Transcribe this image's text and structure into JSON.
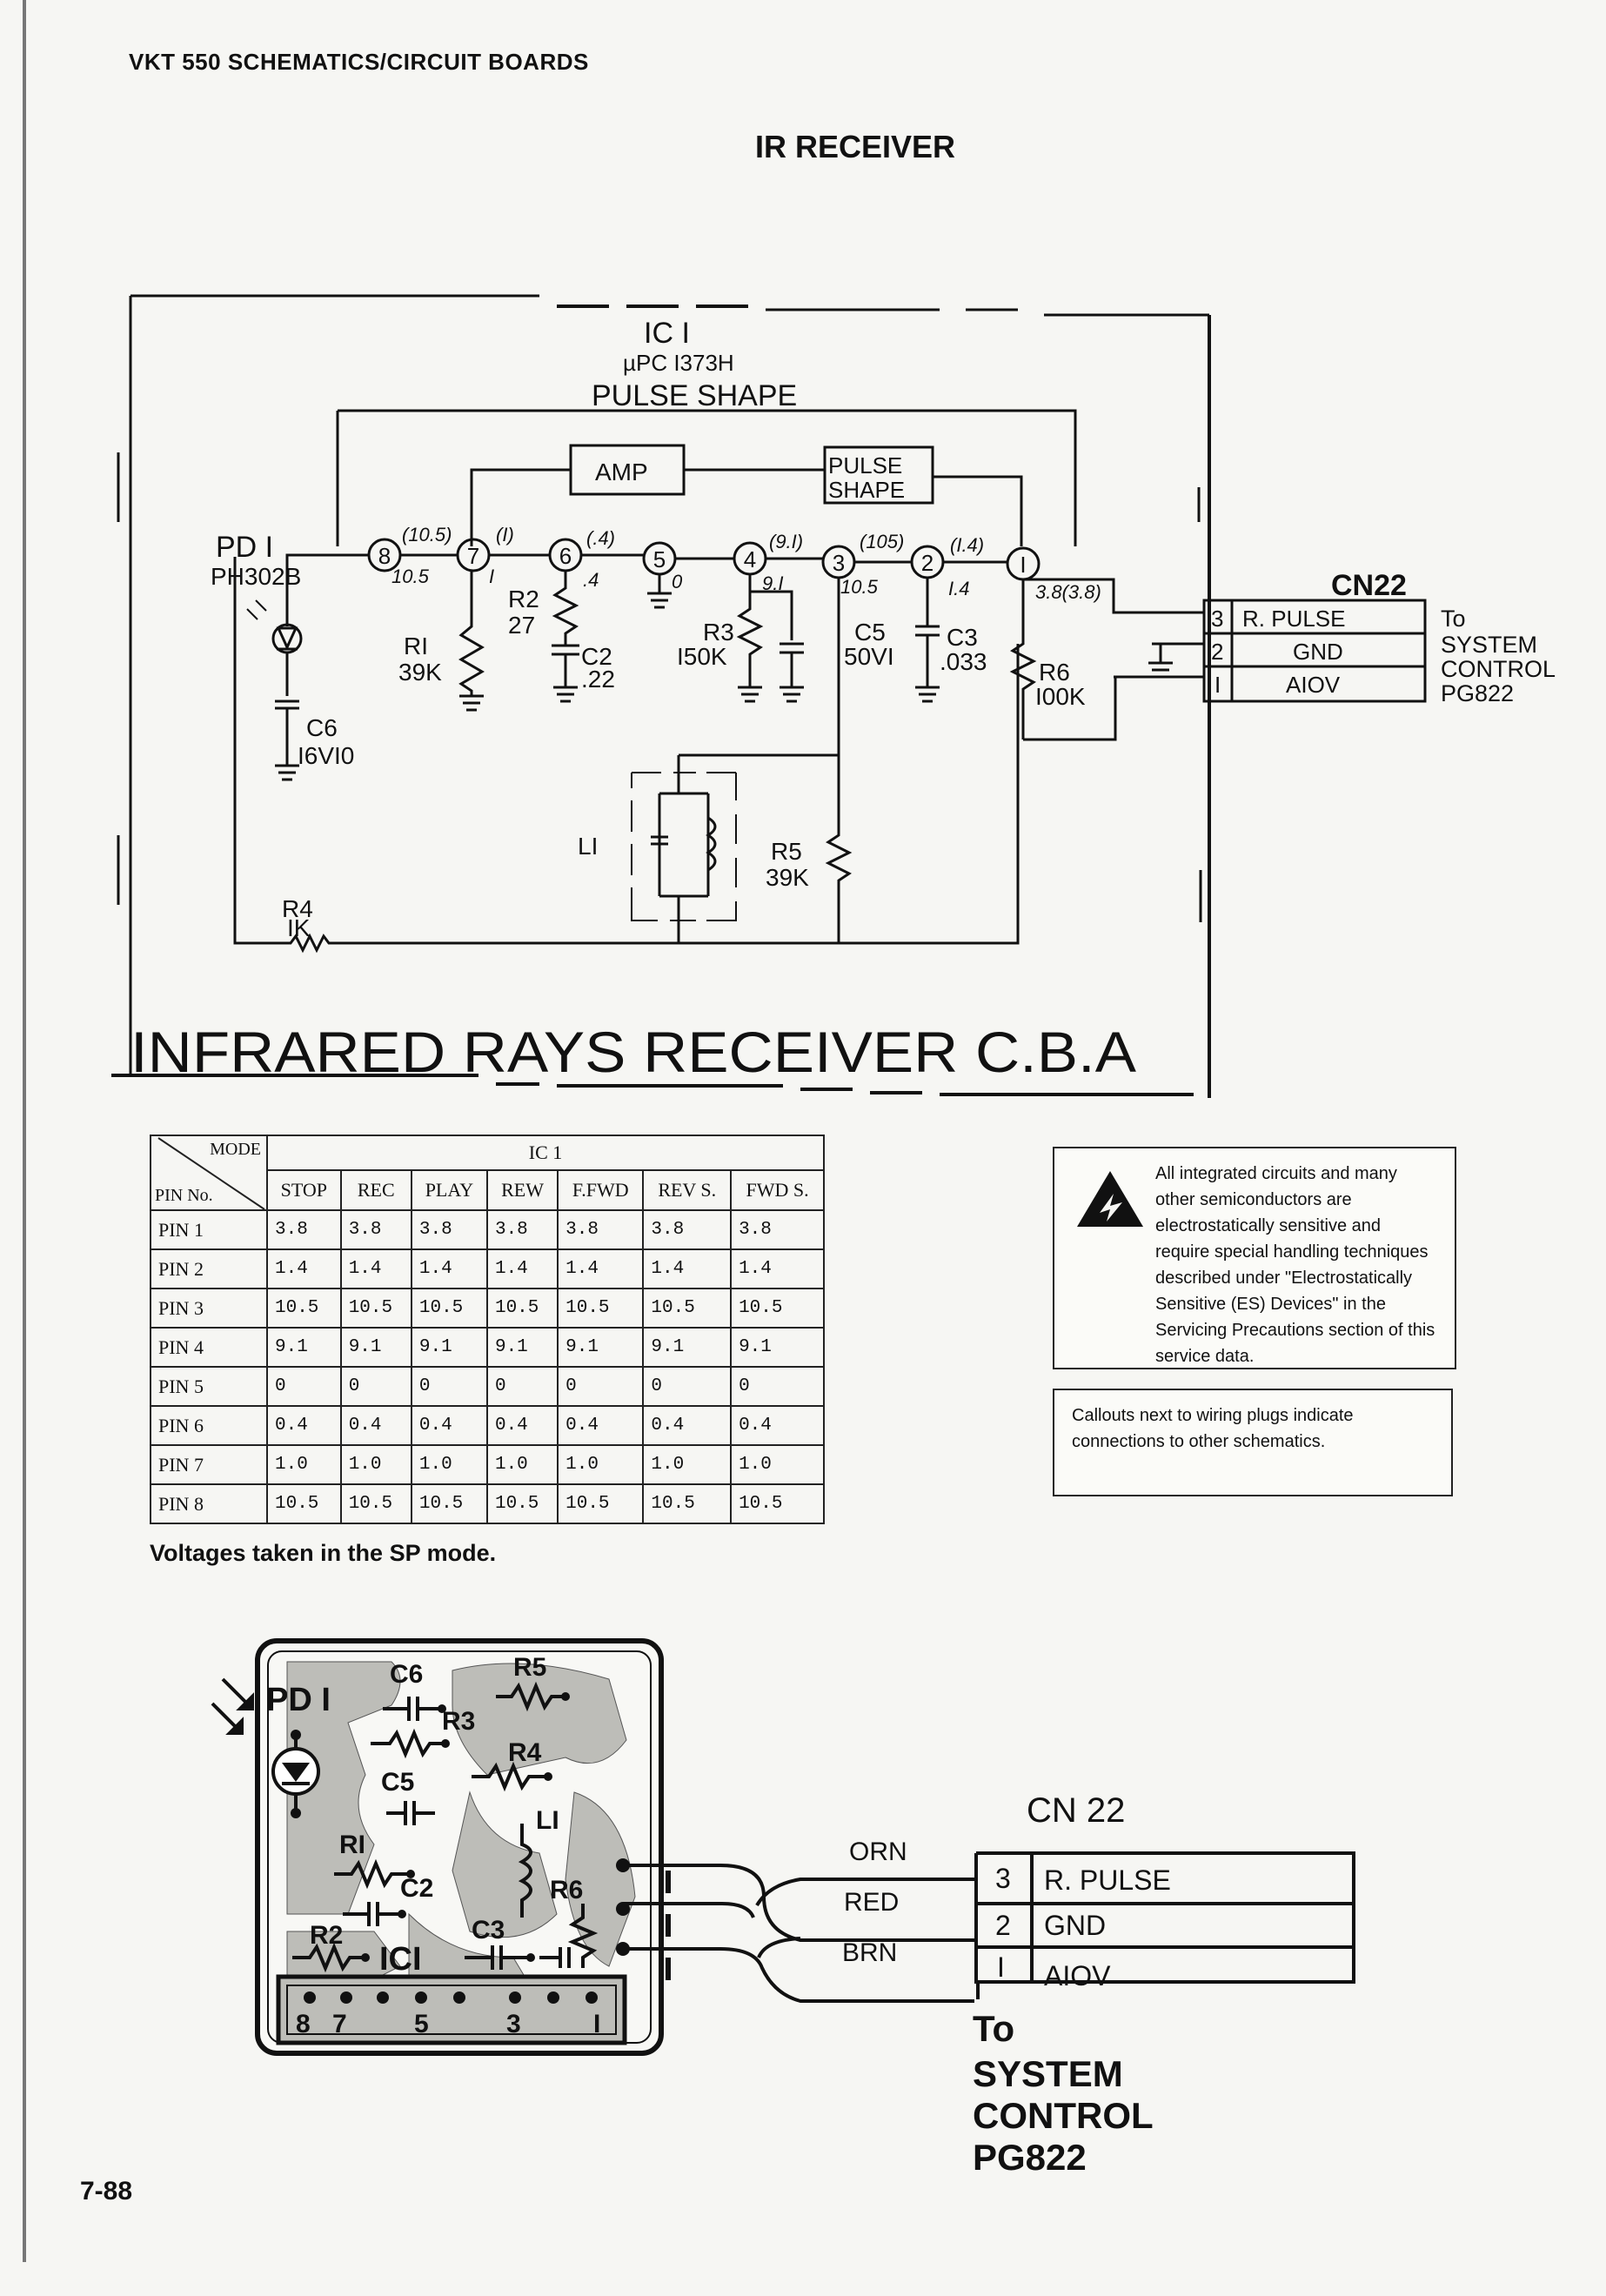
{
  "header": "VKT 550 SCHEMATICS/CIRCUIT BOARDS",
  "title": "IR RECEIVER",
  "page_number": "7-88",
  "schematic": {
    "ic_name": "IC I",
    "ic_part": "µPC I373H",
    "ic_function": "PULSE SHAPE",
    "amp": "AMP",
    "pulse_shape_1": "PULSE",
    "pulse_shape_2": "SHAPE",
    "pins": [
      "8",
      "7",
      "6",
      "5",
      "4",
      "3",
      "2",
      "I"
    ],
    "pin_volt_top": [
      "(10.5)",
      "(I)",
      "(.4)",
      "",
      "(9.I)",
      "(105)",
      "(I.4)",
      ""
    ],
    "pin_volt_bot": [
      "10.5",
      "I",
      ".4",
      "0",
      "9.I",
      "10.5",
      "I.4",
      "3.8(3.8)"
    ],
    "pd1_name": "PD I",
    "pd1_part": "PH302B",
    "c6": "C6",
    "c6_val": "I6VI0",
    "r1": "RI",
    "r1_val": "39K",
    "r2": "R2",
    "r2_val": "27",
    "c2": "C2",
    "c2_val": ".22",
    "r3": "R3",
    "r3_val": "I50K",
    "c5": "C5",
    "c5_val": "50VI",
    "c3": "C3",
    "c3_val": ".033",
    "r6": "R6",
    "r6_val": "I00K",
    "l1": "LI",
    "r5": "R5",
    "r5_val": "39K",
    "r4": "R4",
    "r4_val": "IK",
    "board_title": "INFRARED RAYS RECEIVER C.B.A",
    "cn22": "CN22",
    "cn_rows": [
      {
        "pin": "3",
        "signal": "R. PULSE"
      },
      {
        "pin": "2",
        "signal": "GND"
      },
      {
        "pin": "I",
        "signal": "AIOV"
      }
    ],
    "to_lines": [
      "To",
      "SYSTEM",
      "CONTROL",
      "PG822"
    ]
  },
  "table": {
    "mode": "MODE",
    "pin_no": "PIN No.",
    "ic": "IC 1",
    "columns": [
      "STOP",
      "REC",
      "PLAY",
      "REW",
      "F.FWD",
      "REV S.",
      "FWD S."
    ],
    "rows": [
      {
        "pin": "PIN 1",
        "values": [
          "3.8",
          "3.8",
          "3.8",
          "3.8",
          "3.8",
          "3.8",
          "3.8"
        ]
      },
      {
        "pin": "PIN 2",
        "values": [
          "1.4",
          "1.4",
          "1.4",
          "1.4",
          "1.4",
          "1.4",
          "1.4"
        ]
      },
      {
        "pin": "PIN 3",
        "values": [
          "10.5",
          "10.5",
          "10.5",
          "10.5",
          "10.5",
          "10.5",
          "10.5"
        ]
      },
      {
        "pin": "PIN 4",
        "values": [
          "9.1",
          "9.1",
          "9.1",
          "9.1",
          "9.1",
          "9.1",
          "9.1"
        ]
      },
      {
        "pin": "PIN 5",
        "values": [
          "0",
          "0",
          "0",
          "0",
          "0",
          "0",
          "0"
        ]
      },
      {
        "pin": "PIN 6",
        "values": [
          "0.4",
          "0.4",
          "0.4",
          "0.4",
          "0.4",
          "0.4",
          "0.4"
        ]
      },
      {
        "pin": "PIN 7",
        "values": [
          "1.0",
          "1.0",
          "1.0",
          "1.0",
          "1.0",
          "1.0",
          "1.0"
        ]
      },
      {
        "pin": "PIN 8",
        "values": [
          "10.5",
          "10.5",
          "10.5",
          "10.5",
          "10.5",
          "10.5",
          "10.5"
        ]
      }
    ]
  },
  "sp_note": "Voltages taken in the SP mode.",
  "esd_note": "All integrated circuits and many other semiconductors are electrostatically sensitive and require special handling techniques described under \"Electrostatically Sensitive (ES) Devices\" in the Servicing Precautions section of this service data.",
  "callout_note": "Callouts next to wiring plugs indicate connections to other schematics.",
  "board": {
    "pd1": "PD I",
    "c6": "C6",
    "r5": "R5",
    "r3": "R3",
    "r4": "R4",
    "c5": "C5",
    "l1": "LI",
    "r1": "RI",
    "c2": "C2",
    "r6": "R6",
    "r2": "R2",
    "c3": "C3",
    "ic1": "ICI",
    "pin_labels": [
      "8",
      "7",
      "5",
      "3",
      "I"
    ],
    "wires": [
      "ORN",
      "RED",
      "BRN"
    ],
    "cn22": "CN 22",
    "cn_rows": [
      {
        "pin": "3",
        "signal": "R. PULSE"
      },
      {
        "pin": "2",
        "signal": "GND"
      },
      {
        "pin": "I",
        "signal": "AIOV"
      }
    ],
    "to_lines": [
      "To",
      "SYSTEM",
      "CONTROL",
      "PG822"
    ]
  }
}
